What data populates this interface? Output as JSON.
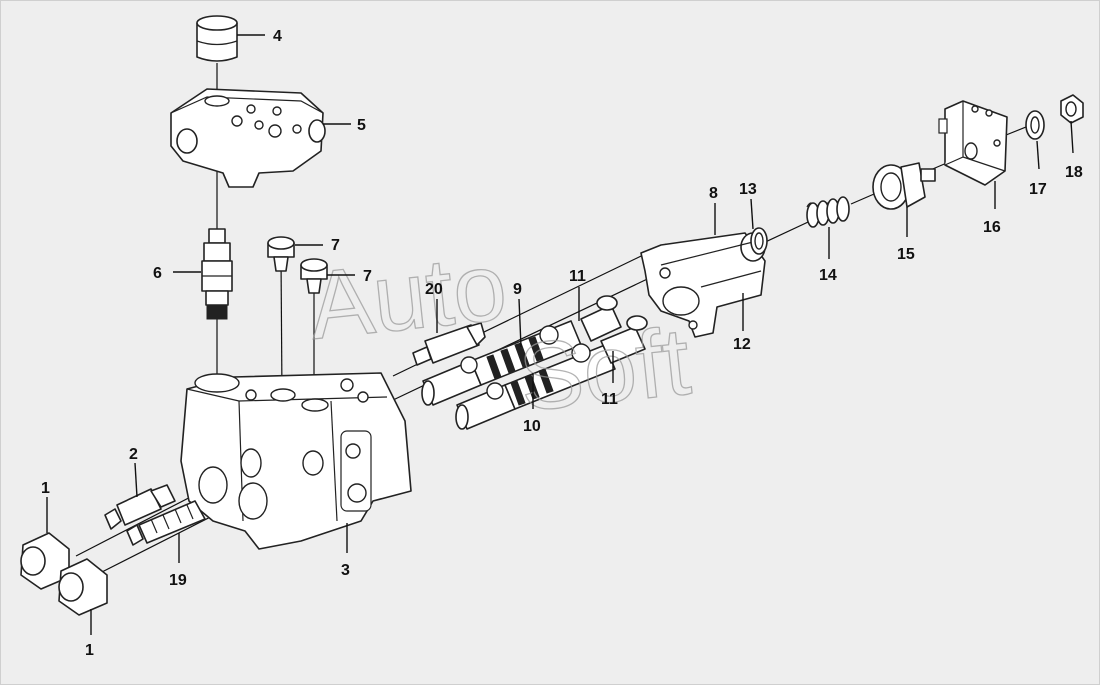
{
  "watermark": {
    "line1": "Auto",
    "line2": "Soft"
  },
  "callouts": {
    "c1a": "1",
    "c1b": "1",
    "c2": "2",
    "c3": "3",
    "c4": "4",
    "c5": "5",
    "c6": "6",
    "c7a": "7",
    "c7b": "7",
    "c8": "8",
    "c9": "9",
    "c10": "10",
    "c11a": "11",
    "c11b": "11",
    "c12": "12",
    "c13": "13",
    "c14": "14",
    "c15": "15",
    "c16": "16",
    "c17": "17",
    "c18": "18",
    "c19": "19",
    "c20": "20"
  }
}
